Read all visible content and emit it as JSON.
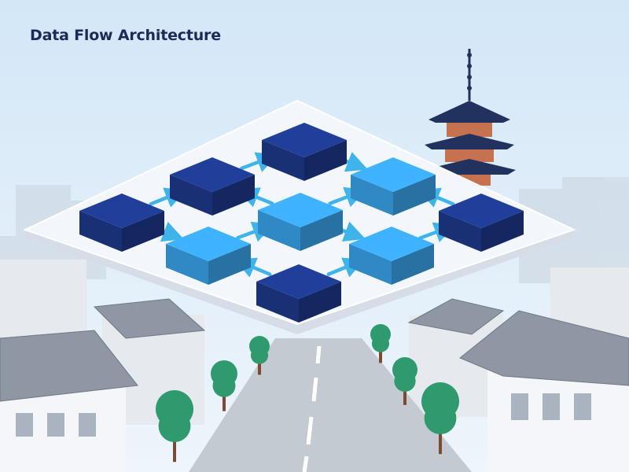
{
  "title": "Data Flow Architecture",
  "colors": {
    "title": "#1b2a57",
    "sky_top": "#d3e7f7",
    "sky_bottom": "#eef5fb",
    "node_dark": "#1e3a8f",
    "node_light": "#3aa6ef",
    "connector": "#3fb4ea",
    "platform": "#f3f6fa",
    "pagoda_roof": "#21325e",
    "pagoda_wall": "#c6724f",
    "roof_gray": "#8e97a3",
    "building": "#e6eaef",
    "tree": "#2f9a6e",
    "trunk": "#7a4a33",
    "road": "#c3cad2"
  },
  "diagram": {
    "nodes": [
      {
        "id": "n1",
        "shade": "dark"
      },
      {
        "id": "n2",
        "shade": "dark"
      },
      {
        "id": "n3",
        "shade": "dark"
      },
      {
        "id": "n4",
        "shade": "light"
      },
      {
        "id": "n5",
        "shade": "light"
      },
      {
        "id": "n6",
        "shade": "dark"
      },
      {
        "id": "n7",
        "shade": "light"
      },
      {
        "id": "n8",
        "shade": "light"
      },
      {
        "id": "n9",
        "shade": "dark"
      }
    ],
    "edges": [
      {
        "from": "n1",
        "to": "n2"
      },
      {
        "from": "n2",
        "to": "n3"
      },
      {
        "from": "n3",
        "to": "n4"
      },
      {
        "from": "n5",
        "to": "n2"
      },
      {
        "from": "n5",
        "to": "n4"
      },
      {
        "from": "n6",
        "to": "n4"
      },
      {
        "from": "n1",
        "to": "n7"
      },
      {
        "from": "n7",
        "to": "n5"
      },
      {
        "from": "n5",
        "to": "n8"
      },
      {
        "from": "n8",
        "to": "n6"
      },
      {
        "from": "n9",
        "to": "n7"
      },
      {
        "from": "n9",
        "to": "n8"
      }
    ]
  }
}
